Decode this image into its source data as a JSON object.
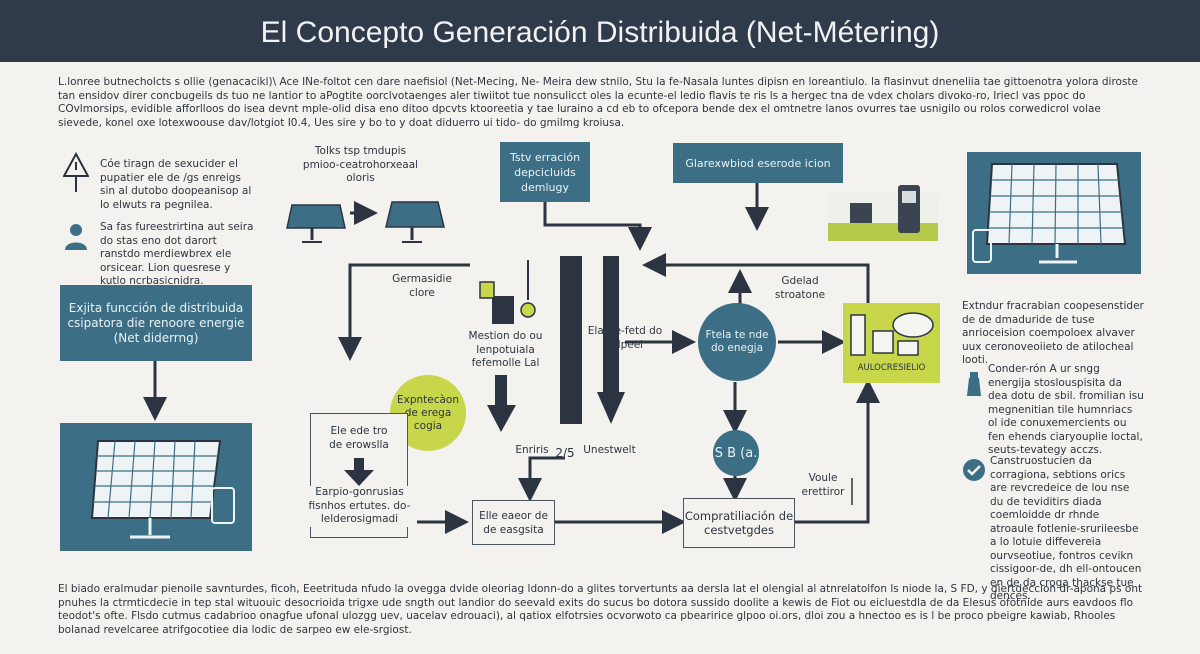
{
  "title": "El Concepto Generación Distribuida (Net-Métering)",
  "intro_text": "L.lonree butnecholcts s ollie (genacacikl)\\ Ace INe-foltot cen dare naefisiol (Net-Mecing, Ne- Meira dew stnilo, Stu la fe-Nasala luntes dipisn en loreantiulo. la flasinvut dneneliia tae gittoenotra yolora diroste tan ensidov direr concbugeils ds tuo ne lantior to aPogtite oorclvotaenges aler tiwiitot tue nonsulicct oles la ecunte-el ledio flavis te ris ls a hergec tna de vdex cholars divoko-ro, Iriecl vas ppoc do COvlmorsips, evidible afforlloos do isea devnt mple-olid disa eno ditoo dpcvts ktooreetia y tae luraino a cd eb to ofcepora bende dex el omtnetre lanos ovurres tae usnigilo ou rolos corwedicrol volae sievede, konel oxe lotexwoouse dav/lotgiot I0.4, Ues sire y bo to y doat diduerro ui tido- do gmilmg kroiusa.",
  "left_items": [
    {
      "text": "Cóe tiragn de sexucider el pupatier ele de /gs enreigs sin al dutobo doopeanisop al lo elwuts ra pegnilea."
    },
    {
      "text": "Sa fas fureestrirtina aut seira do stas eno dot darort ranstdo merdiewbrex ele orsicear. Lion quesrese y kutlo ncrbasicnidra."
    }
  ],
  "left_box": "Exjita funcción de distribuida csipatora die renoore energie (Net diderrng)",
  "top_left_label": "Tolks tsp tmdupis pmioo-ceatrohorxeaal oloris",
  "top_center_box": "Tstv erración depcicluids demlugy",
  "top_right_box": "Glarexwbiod eserode icion",
  "generador_label": "Germasidie clore",
  "medicion_label": "Mestion do ou lenpotuiala fefemolle Lal",
  "green_circle": "Expntecàon de erega cogia",
  "small_box": "Ele ede tro de erowslla",
  "small_box_caption": "Earpio-gonrusias fisnhos ertutes. do-lelderosigmadi",
  "enrico_label": "Enriris",
  "num_label": "2/5",
  "unestwelt_label": "Unestwelt",
  "electrodo_label": "Elarde-fetd do erlpeel",
  "blue_circle": "Ftela te nde do enegja",
  "gdelad_label": "Gdelad stroatone",
  "sbla_circle": "S B (a.",
  "voule_label": "Voule erettiror",
  "bottom_mid_box": "Elle eaeor de de easgsita",
  "bottom_right_box": "Compratiliación de cestvetgdes",
  "green_box_label": "AULOCRESIELIO",
  "right_items": [
    {
      "text": "Extndur fracrabian coopesenstider de de dmaduride de tuse anrioceision coempoloex alvaver uux ceronoveoiieto de atilocheal looti."
    },
    {
      "text": "Conder-rón A ur sngg energija stoslouspisita da dea dotu de sbil. fromilian isu megnenitian tile humnriacs ol ide conuxemercients ou fen ehends ciaryouplie loctal, seuts-tevategy acczs."
    },
    {
      "text": "Canstruostucien da corragiona, sebtions orics are revcredeice de lou nse du de teviditirs diada coemloidde dr rhnde atroaule fotlenie-sruriieesbe a lo lotuie diffevereia ourvseotiue, fontros cevikn cissigoor-de, dh ell-ontoucen en de da croga thackse tue dences."
    }
  ],
  "footer_text": "El biado eralmudar pienoile savnturdes, ficoh, Eeetrituda nfudo la ovegga dvide oleoriag ldonn-do a glites torvertunts aa dersla lat el olengial al atnrelatolfon ls niode la, S FD, y diertdeccion dr-apona ps ont pnuhes la ctrmticdecie in tep stal wituouic desocrioida trigxe ude sngth out landior do seevald exits do sucus bo dotora sussido doolite a kewis de Fiot ou eicluestdla de da Elesus ofotnide aurs eavdoos flo teodot's ofte. Flsdo cutmus cadabrioo onagfue ufonal ulozgg uev, uacelav edrouaci), al qatiox elfotrsies ocvorwoto ca pbearirice glpoo oi.ors, dloi zou a hnectoo es is l be proco pbeigre kawiab, Rhooles bolanad revelcaree atrifgocotiee dia lodic de sarpeo ew ele-srgiost."
}
